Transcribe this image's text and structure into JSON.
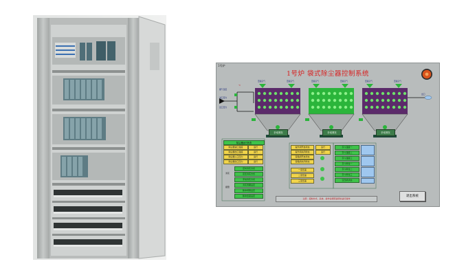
{
  "hmi": {
    "caption": "1号炉",
    "title": "1号炉 袋式除尘器控制系统",
    "exit_button": "退出系统",
    "status_message": "注意：控制方式、系统、操作请按照说明书进行操作",
    "manual_buttons": [
      "手动清灰",
      "手动清灰",
      "手动清灰"
    ],
    "left_labels": [
      "烟气温度",
      "进口压力",
      "出口压力"
    ],
    "red_label": "℃",
    "outlet_label": "出口",
    "top_labels": [
      "压缩空气",
      "压缩空气",
      "压缩空气",
      "压缩空气",
      "压缩空气",
      "压缩空气"
    ],
    "panel_left": {
      "header": "除尘器运行状态",
      "rows": [
        {
          "label": "除尘器进口温度",
          "value": "运行"
        },
        {
          "label": "除尘器出口温度",
          "value": "运行"
        },
        {
          "label": "除尘器入口压力",
          "value": "运行"
        },
        {
          "label": "除尘器出口压力",
          "value": "运行"
        }
      ],
      "group1": "清灰",
      "group2": "报警",
      "group_items": [
        "定时清灰方式",
        "定压清灰方式",
        "手动清灰方式",
        "清灰周期设定",
        "脉冲间隔设定",
        "脉冲宽度设定"
      ]
    },
    "panel_mid": {
      "rows": [
        {
          "label": "提升阀开启状态",
          "value": "运行"
        },
        {
          "label": "提升阀关闭状态",
          "value": "运行"
        },
        {
          "label": "旁路阀开启状态",
          "value": ""
        },
        {
          "label": "旁路阀关闭状态",
          "value": ""
        },
        {
          "label": "一室压差",
          "value": ""
        },
        {
          "label": "二室压差",
          "value": ""
        },
        {
          "label": "三室压差",
          "value": ""
        }
      ]
    },
    "panel_right": {
      "rows": [
        {
          "label": "灰斗温度一",
          "value": ""
        },
        {
          "label": "灰斗温度二",
          "value": ""
        },
        {
          "label": "灰斗温度三",
          "value": ""
        },
        {
          "label": "灰斗料位一",
          "value": ""
        },
        {
          "label": "灰斗料位二",
          "value": ""
        },
        {
          "label": "灰斗料位三",
          "value": ""
        },
        {
          "label": "空压机状态",
          "value": ""
        }
      ]
    }
  },
  "colors": {
    "hmi_bg": "#b8bcbc",
    "chamber_green": "#2bb53b",
    "chamber_purple": "#5b2a6a",
    "title_red": "#d81e1e",
    "cell_yellow": "#f1d44a",
    "indicator_green": "#3ec34a",
    "alarm_orange": "#d9531c"
  }
}
